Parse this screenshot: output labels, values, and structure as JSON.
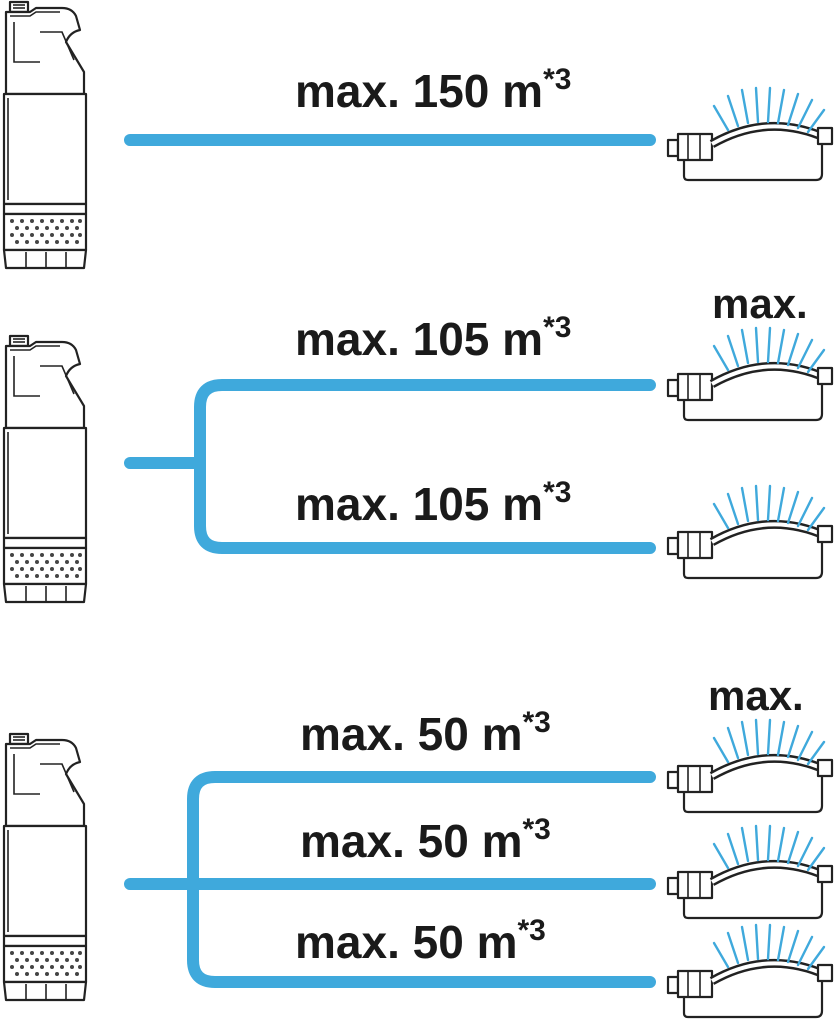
{
  "colors": {
    "hose": "#3fa9dc",
    "spray": "#3fa9dc",
    "outline": "#222222"
  },
  "icons": {
    "pump": "submersible-pump-icon",
    "sprinkler": "oscillating-sprinkler-icon"
  },
  "setups": [
    {
      "id": "one-sprinkler",
      "lengths": [
        {
          "text": "max. 150 m",
          "note": "*3"
        }
      ],
      "max_badge": ""
    },
    {
      "id": "two-sprinklers",
      "lengths": [
        {
          "text": "max. 105 m",
          "note": "*3"
        },
        {
          "text": "max. 105 m",
          "note": "*3"
        }
      ],
      "max_badge": "max."
    },
    {
      "id": "three-sprinklers",
      "lengths": [
        {
          "text": "max. 50 m",
          "note": "*3"
        },
        {
          "text": "max. 50 m",
          "note": "*3"
        },
        {
          "text": "max. 50 m",
          "note": "*3"
        }
      ],
      "max_badge": "max."
    }
  ]
}
